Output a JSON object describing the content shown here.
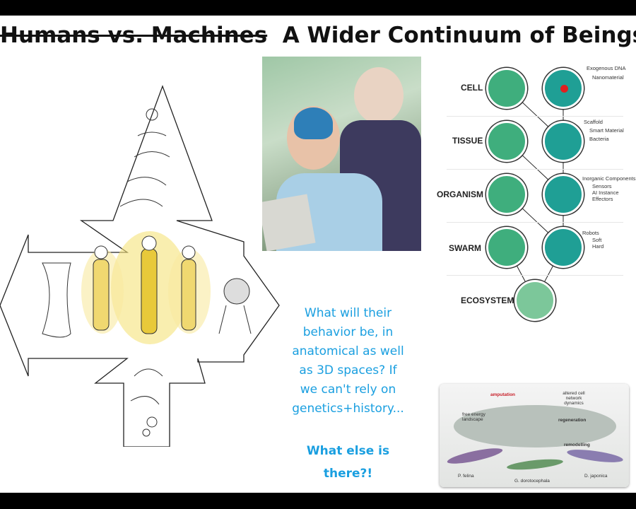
{
  "title": {
    "struck": "Humans vs. Machines",
    "main": "A Wider Continuum of Beings"
  },
  "diagram": {
    "levels": [
      "CELL",
      "TISSUE",
      "ORGANISM",
      "SWARM",
      "ECOSYSTEM"
    ],
    "annotations": [
      "Exogenous DNA",
      "Nanomaterial",
      "Scaffold",
      "Smart Material",
      "Bacteria",
      "Inorganic Components",
      "Sensors",
      "AI Instance",
      "Effectors",
      "Robots",
      "Soft",
      "Hard"
    ]
  },
  "question": {
    "lines": [
      "What will their",
      "behavior be, in",
      "anatomical as well",
      "as 3D spaces? If",
      "we can't rely on",
      "genetics+history..."
    ],
    "emphasis": [
      "What else is",
      "there?!"
    ]
  },
  "planaria": {
    "labels": [
      "amputation",
      "altered cell network dynamics",
      "free energy landscape",
      "regeneration",
      "remodelling",
      "P. felina",
      "G. dorotocephala",
      "D. japonica"
    ]
  },
  "colors": {
    "question": "#1a9fe0",
    "cell_green": "#3fae7d",
    "cell_teal": "#1f9f95"
  }
}
